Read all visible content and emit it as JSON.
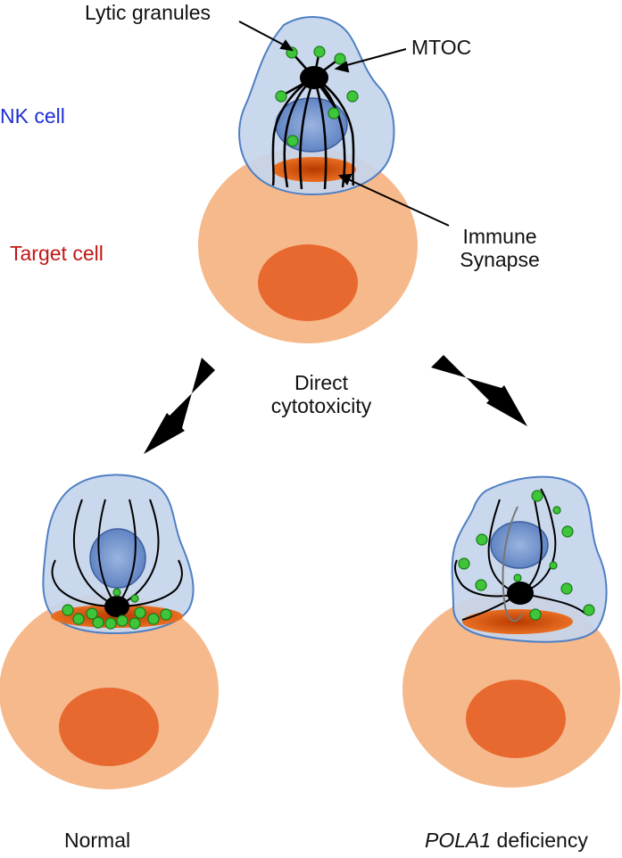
{
  "colors": {
    "nk_label": "#1f2fd6",
    "target_label": "#c01818",
    "nk_cell_fill": "#c6d5ec",
    "nk_cell_stroke": "#4f7fc3",
    "nucleus": "#6f90cc",
    "target_cell": "#f6b98c",
    "target_nucleus": "#e8692f",
    "synapse": "#e0631b",
    "granule": "#3ec53a",
    "mtoc": "#000000"
  },
  "labels": {
    "lytic_granules": "Lytic granules",
    "mtoc": "MTOC",
    "nk_cell": "NK cell",
    "target_cell": "Target cell",
    "immune": "Immune",
    "synapse": "Synapse",
    "direct": "Direct",
    "cytotoxicity": "cytotoxicity",
    "normal": "Normal",
    "pola1": "POLA1",
    "deficiency": " deficiency"
  },
  "icons": [
    "nk-cell-icon",
    "target-cell-icon",
    "lytic-granule-icon",
    "mtoc-icon",
    "immune-synapse-icon",
    "arrow-icon"
  ]
}
